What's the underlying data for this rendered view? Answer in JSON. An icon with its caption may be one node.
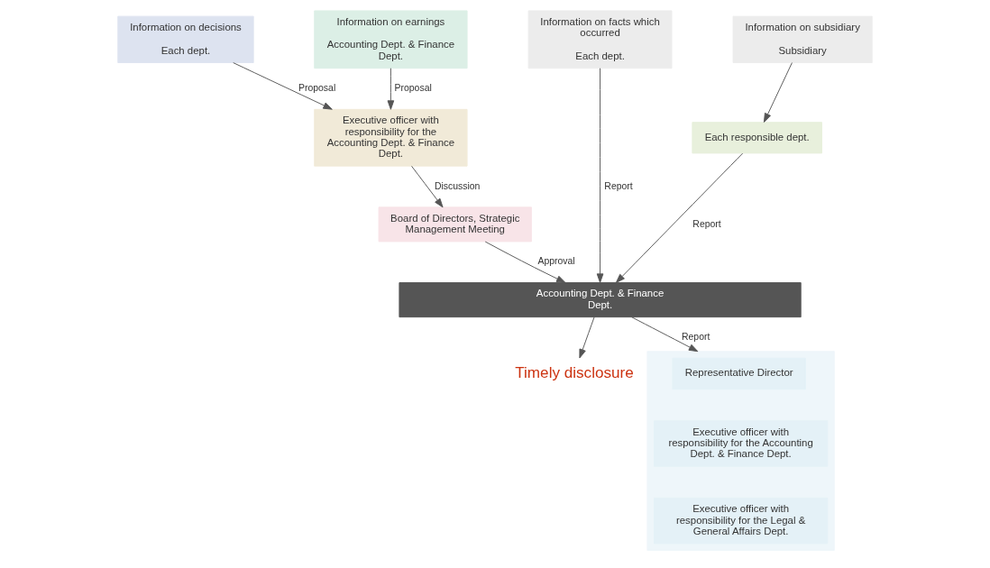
{
  "diagram": {
    "nodes": [
      {
        "text": [
          "Information on decisions",
          "Each dept."
        ]
      },
      {
        "text": [
          "Information on earnings",
          "Accounting Dept. & Finance Dept."
        ]
      },
      {
        "text": [
          "Information on facts which occurred",
          "Each dept."
        ]
      },
      {
        "text": [
          "Information on subsidiary",
          "Subsidiary"
        ]
      },
      {
        "text": [
          "Executive officer with responsibility for the Accounting Dept. & Finance Dept."
        ]
      },
      {
        "text": [
          "Each responsible dept."
        ]
      },
      {
        "text": [
          "Board of Directors, Strategic Management Meeting"
        ]
      },
      {
        "text": [
          "Accounting Dept. & Finance Dept."
        ]
      },
      {
        "text": [
          "Timely disclosure"
        ]
      },
      {
        "text": [],
        "shape": "box"
      },
      {
        "text": [
          "Representative Director"
        ],
        "in": 9
      },
      {
        "text": [
          "Executive officer with responsibility for the Accounting Dept. & Finance Dept."
        ],
        "in": 9
      },
      {
        "text": [
          "Executive officer with responsibility for the Legal & General Affairs Dept."
        ],
        "in": 9
      }
    ],
    "edges": [
      {
        "from": 0,
        "to": 4,
        "arrow": "to",
        "label": "Proposal"
      },
      {
        "from": 1,
        "to": 4,
        "arrow": "to",
        "label": "Proposal"
      },
      {
        "from": 4,
        "to": 6,
        "arrow": "to",
        "label": "Discussion"
      },
      {
        "from": 6,
        "to": 7,
        "arrow": "to",
        "label": "Approval"
      },
      {
        "from": 2,
        "to": 7,
        "arrow": "to",
        "label": "Report"
      },
      {
        "from": 3,
        "to": 5,
        "arrow": "to"
      },
      {
        "from": 5,
        "to": 7,
        "arrow": "to",
        "label": "Report"
      },
      {
        "from": 7,
        "to": 9,
        "arrow": "to",
        "label": "Report"
      },
      {
        "from": 7,
        "to": 8,
        "arrow": "to"
      }
    ]
  }
}
